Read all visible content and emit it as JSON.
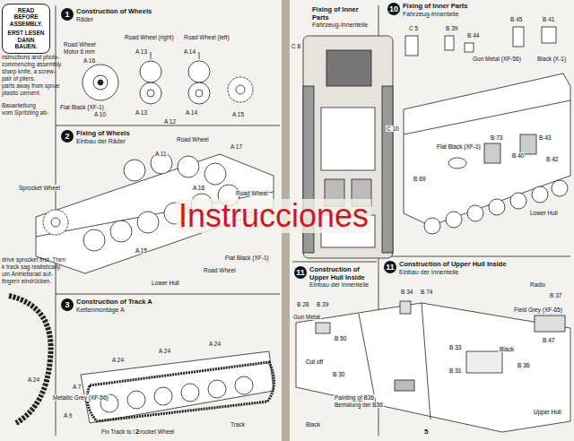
{
  "diagram": {
    "nodes": [
      {
        "text": [
          "READ BEFORE ASSEMBLY.",
          "ERST LESEN DANN BAUEN."
        ]
      },
      {
        "text": [
          "1",
          "Construction of Wheels",
          "Räder"
        ]
      },
      {
        "text": [
          "2",
          "Fixing of Wheels",
          "Einbau der Räder"
        ]
      },
      {
        "text": [
          "3",
          "Construction of Track A",
          "Kettenmontage A"
        ]
      },
      {
        "text": [
          "Fixing of Inner Parts",
          "Fahrzeug-Innenteile"
        ]
      },
      {
        "text": [
          "10",
          "Fixing of Inner Parts",
          "Fahrzeug-Innenteile"
        ]
      },
      {
        "text": [
          "11",
          "Construction of Upper Hull Inside",
          "Einbau der Innenteile"
        ]
      },
      {
        "text": [
          "11",
          "Construction of Upper Hull Inside",
          "Einbau der Innenteile"
        ]
      }
    ],
    "labels": [
      "nstructions and photo-",
      "commencing assembly.",
      "sharp knife, a screw-",
      "pair of pliers.",
      "parts away from sprue",
      "plastic cement.",
      "Bauanleitung",
      "vom Spritzling ab-",
      "drive sprocket first. Then",
      "k track sag realistically.",
      "um Antriebsrad auf-",
      "fingern eindrücken.",
      "Road Wheel",
      "Motor 6 mm",
      "A 16",
      "Road Wheel (right)",
      "Road Wheel (left)",
      "A 13",
      "A 14",
      "Flat Black (XF-1)",
      "A 10",
      "A 13",
      "A 14",
      "A 12",
      "A 15",
      "A 11",
      "Road Wheel",
      "A 17",
      "A 16",
      "Sprocket Wheel",
      "Road Wheel",
      "A 13",
      "A 15",
      "Lower Hull",
      "Road Wheel",
      "Flat Black (XF-1)",
      "A 24",
      "A 24",
      "A 24",
      "A 24",
      "A 7",
      "Metallic Grey (XF-56)",
      "A 9",
      "Fix Track to Sprocket Wheel",
      "Track",
      "2",
      "C 8",
      "C 5",
      "B 39",
      "B 44",
      "B 45",
      "B 41",
      "Gun Metal (XF-56)",
      "Black (X-1)",
      "C 10",
      "Flat Black (XF-1)",
      "B 73",
      "B 40",
      "B 43",
      "B 42",
      "B 69",
      "Lower Hull",
      "B 28",
      "B 29",
      "Gun Metal",
      "B 50",
      "B 34",
      "B 74",
      "Cut off",
      "B 30",
      "Painting of B36",
      "Bemalung der B36",
      "Black",
      "Radio",
      "B 37",
      "Field Grey (XF-65)",
      "B 47",
      "B 33",
      "Black",
      "B 31",
      "B 36",
      "Upper Hull",
      "5",
      "Instrucciones"
    ]
  }
}
